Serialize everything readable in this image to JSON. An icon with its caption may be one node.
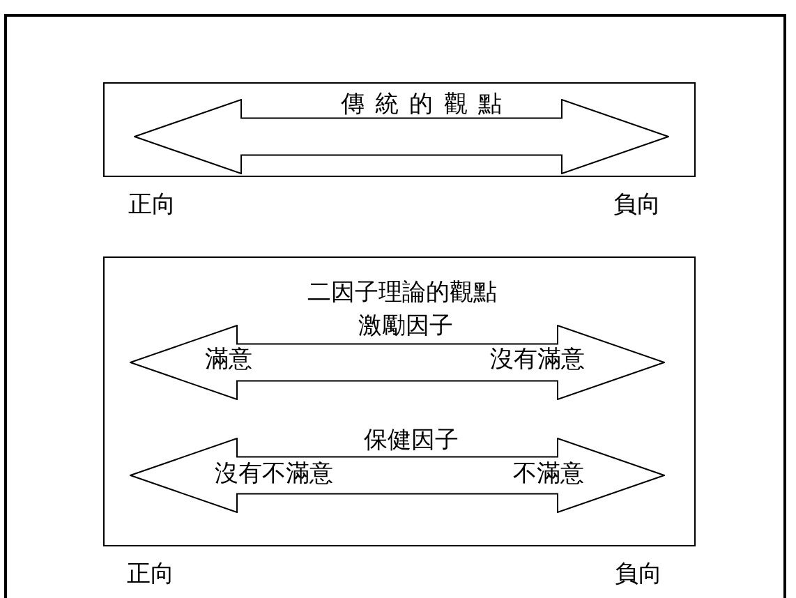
{
  "diagram": {
    "nodes": [
      {
        "text": [],
        "shape": "box"
      },
      {
        "text": [
          "傳 統 的 觀 點"
        ],
        "in": 0
      },
      {
        "text": [
          "二因子理論的觀點"
        ]
      },
      {
        "text": [
          "激勵因子",
          "滿意",
          "沒有滿意"
        ],
        "in": 2
      },
      {
        "text": [
          "保健因子",
          "沒有不滿意",
          "不滿意"
        ],
        "in": 2
      }
    ],
    "labels": [
      "正向",
      "負向",
      "正向",
      "負向"
    ]
  }
}
